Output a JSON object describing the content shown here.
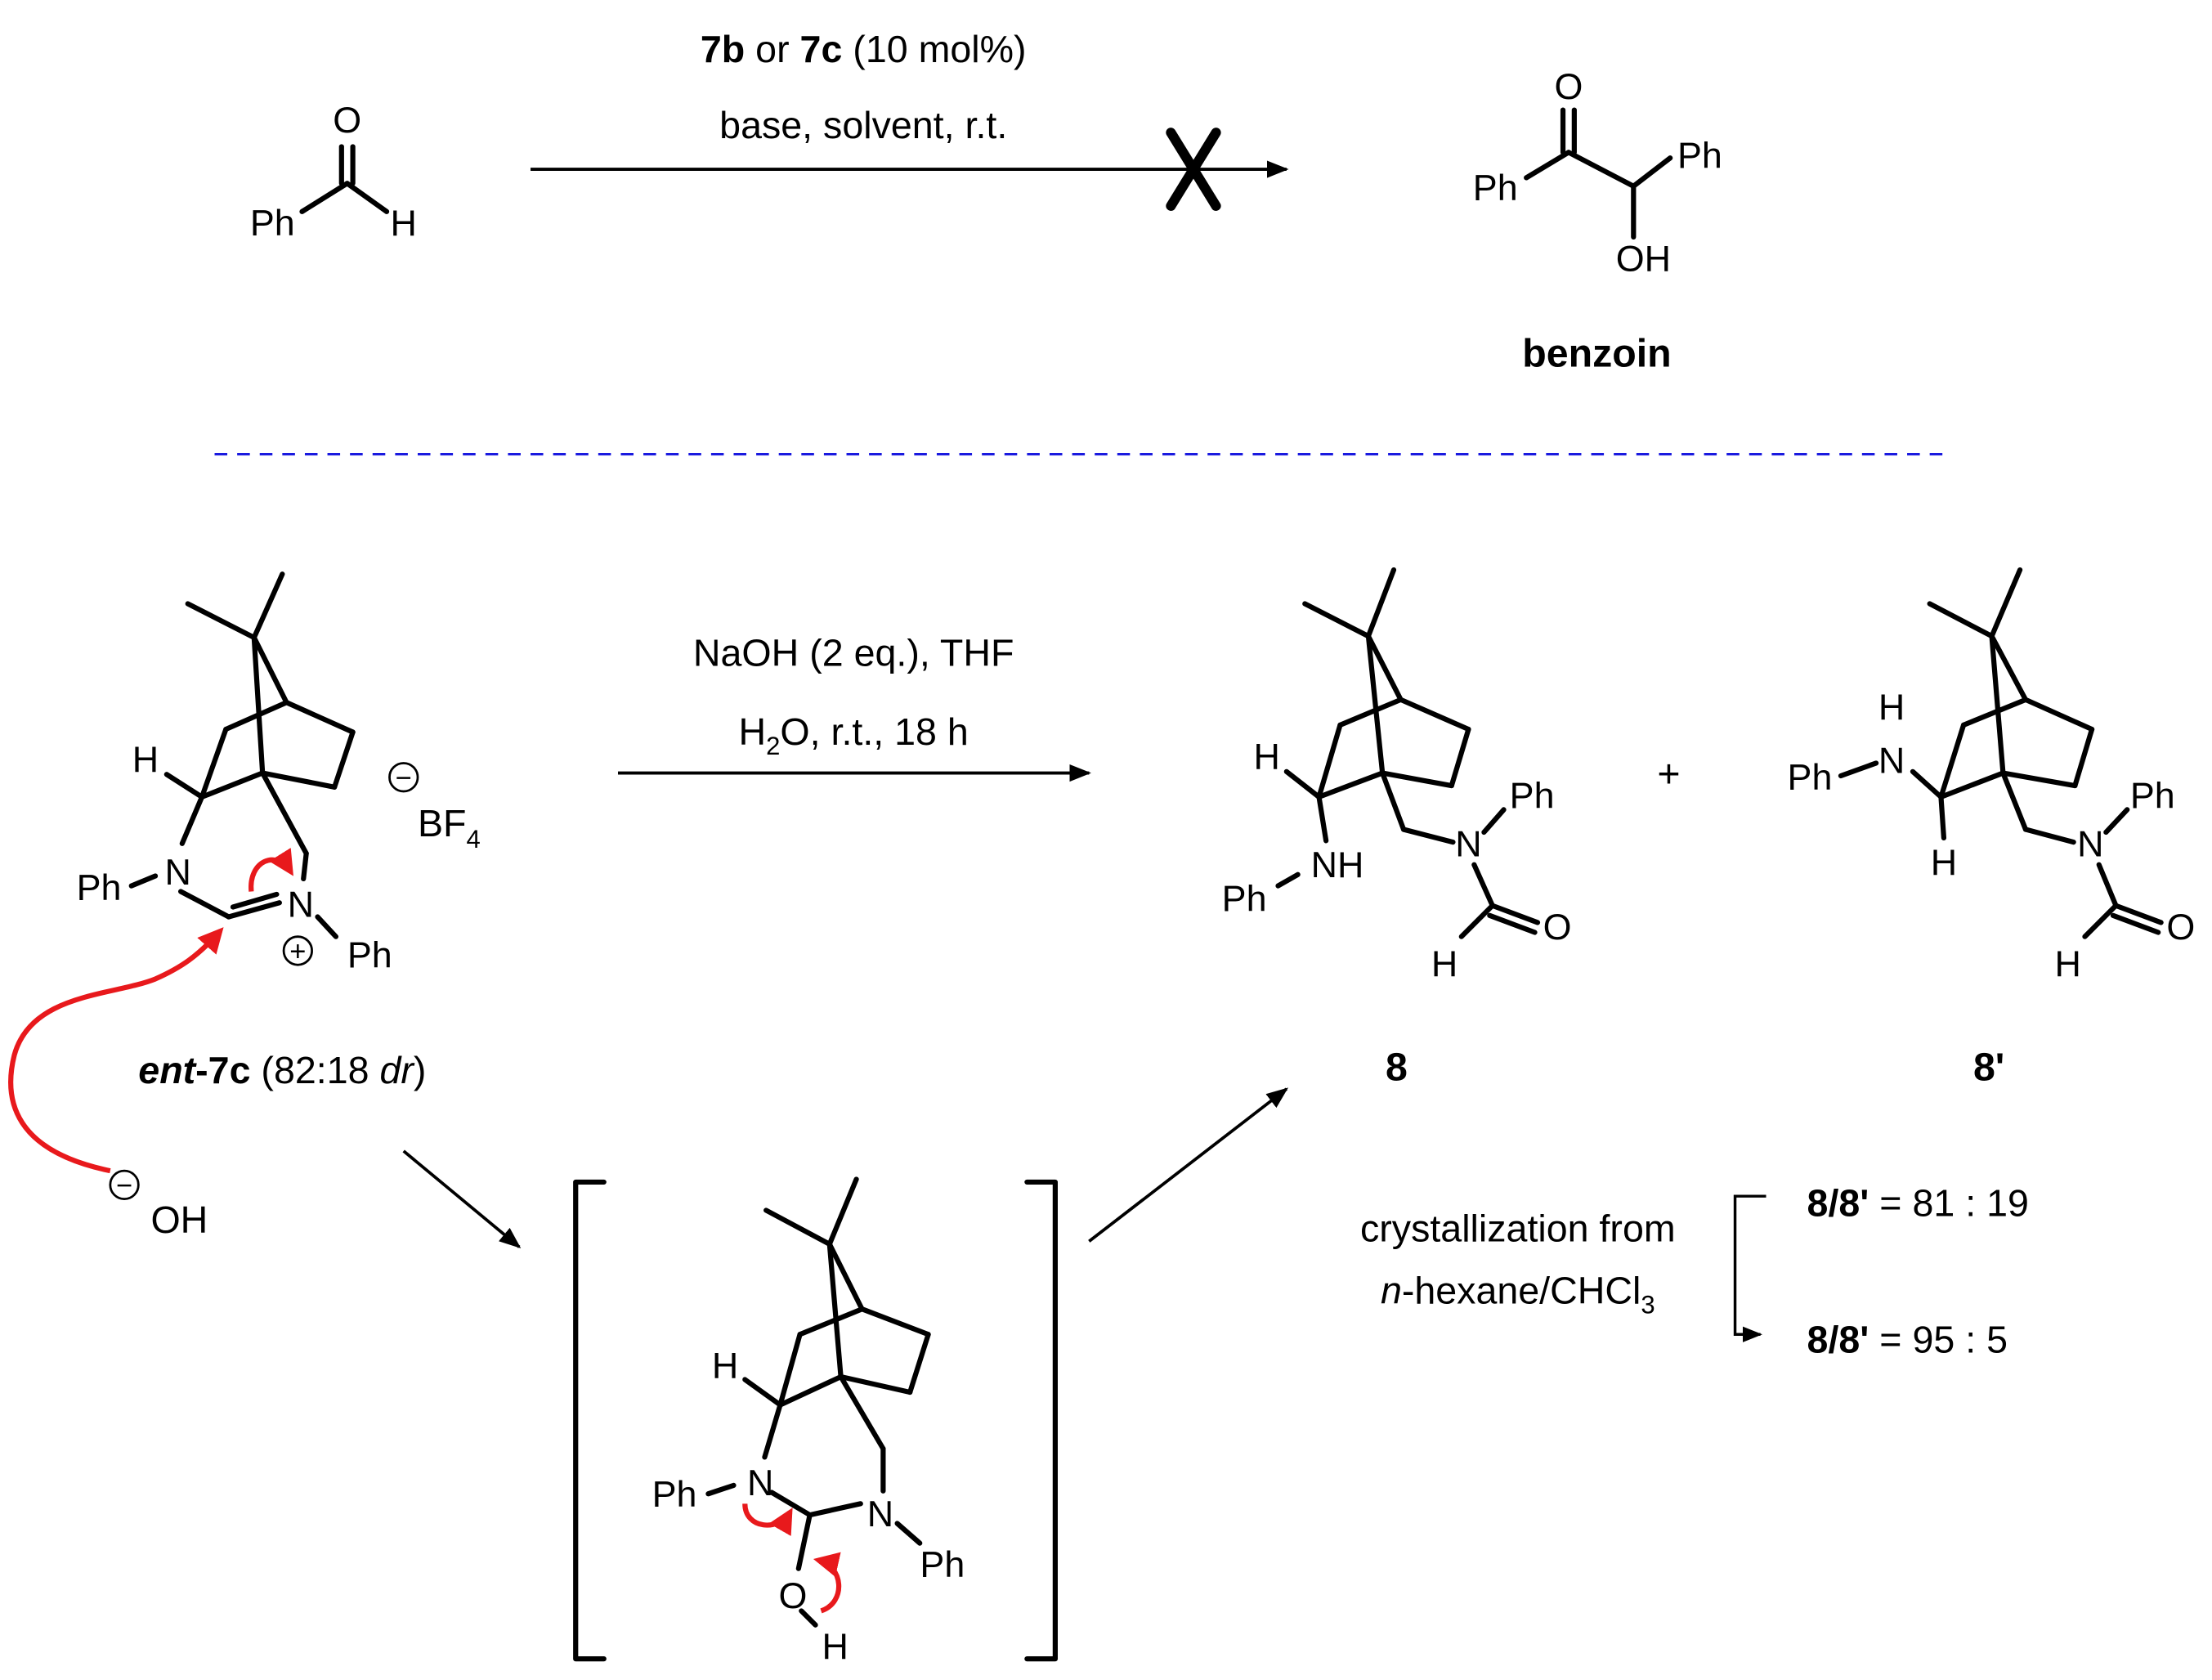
{
  "reaction_top": {
    "reagent_7b": "7b",
    "reagent_or": " or ",
    "reagent_7c": "7c",
    "reagent_loading": " (10 mol%)",
    "conditions": "base, solvent, r.t.",
    "substrate": {
      "ph": "Ph",
      "o": "O",
      "h": "H"
    },
    "product": {
      "ph1": "Ph",
      "ph2": "Ph",
      "o": "O",
      "oh": "OH"
    },
    "product_name": "benzoin"
  },
  "reaction_bottom": {
    "conditions_line1": "NaOH (2 eq.), THF",
    "conditions_line2_prefix": "H",
    "conditions_line2_sub": "2",
    "conditions_line2_suffix": "O, r.t., 18 h",
    "plus": "+",
    "starting_material": {
      "h": "H",
      "ph_left": "Ph",
      "n_left": "N",
      "n_right": "N",
      "ph_right": "Ph",
      "plus_charge": "+",
      "minus_charge": "−",
      "counterion": "BF",
      "counterion_sub": "4",
      "hydroxide_charge": "−",
      "hydroxide": "OH"
    },
    "starting_label": {
      "ent": "ent",
      "dash": "-",
      "num": "7c",
      "ratio_prefix": " (82:18 ",
      "dr": "dr",
      "ratio_suffix": ")"
    },
    "product_8": {
      "h": "H",
      "ph_nh": "Ph",
      "nh": "NH",
      "n": "N",
      "ph_n": "Ph",
      "o": "O",
      "ch": "H",
      "label": "8"
    },
    "product_8prime": {
      "hn_h": "H",
      "ph_nh": "Ph",
      "n_nh": "N",
      "h": "H",
      "n": "N",
      "ph_n": "Ph",
      "o": "O",
      "ch": "H",
      "label": "8'"
    },
    "intermediate": {
      "h": "H",
      "ph_left": "Ph",
      "n_left": "N",
      "n_right": "N",
      "ph_right": "Ph",
      "o": "O",
      "oh_h": "H"
    },
    "crystallization": {
      "line1": "crystallization from",
      "line2_italic": "n",
      "line2_rest": "-hexane/CHCl",
      "line2_sub": "3",
      "ratio1_label": "8/8'",
      "ratio1_value": " = 81 : 19",
      "ratio2_label": "8/8'",
      "ratio2_value": " = 95 : 5"
    }
  },
  "colors": {
    "black": "#000000",
    "red_arrow": "#e8191c",
    "divider_blue": "#1a1adf"
  }
}
